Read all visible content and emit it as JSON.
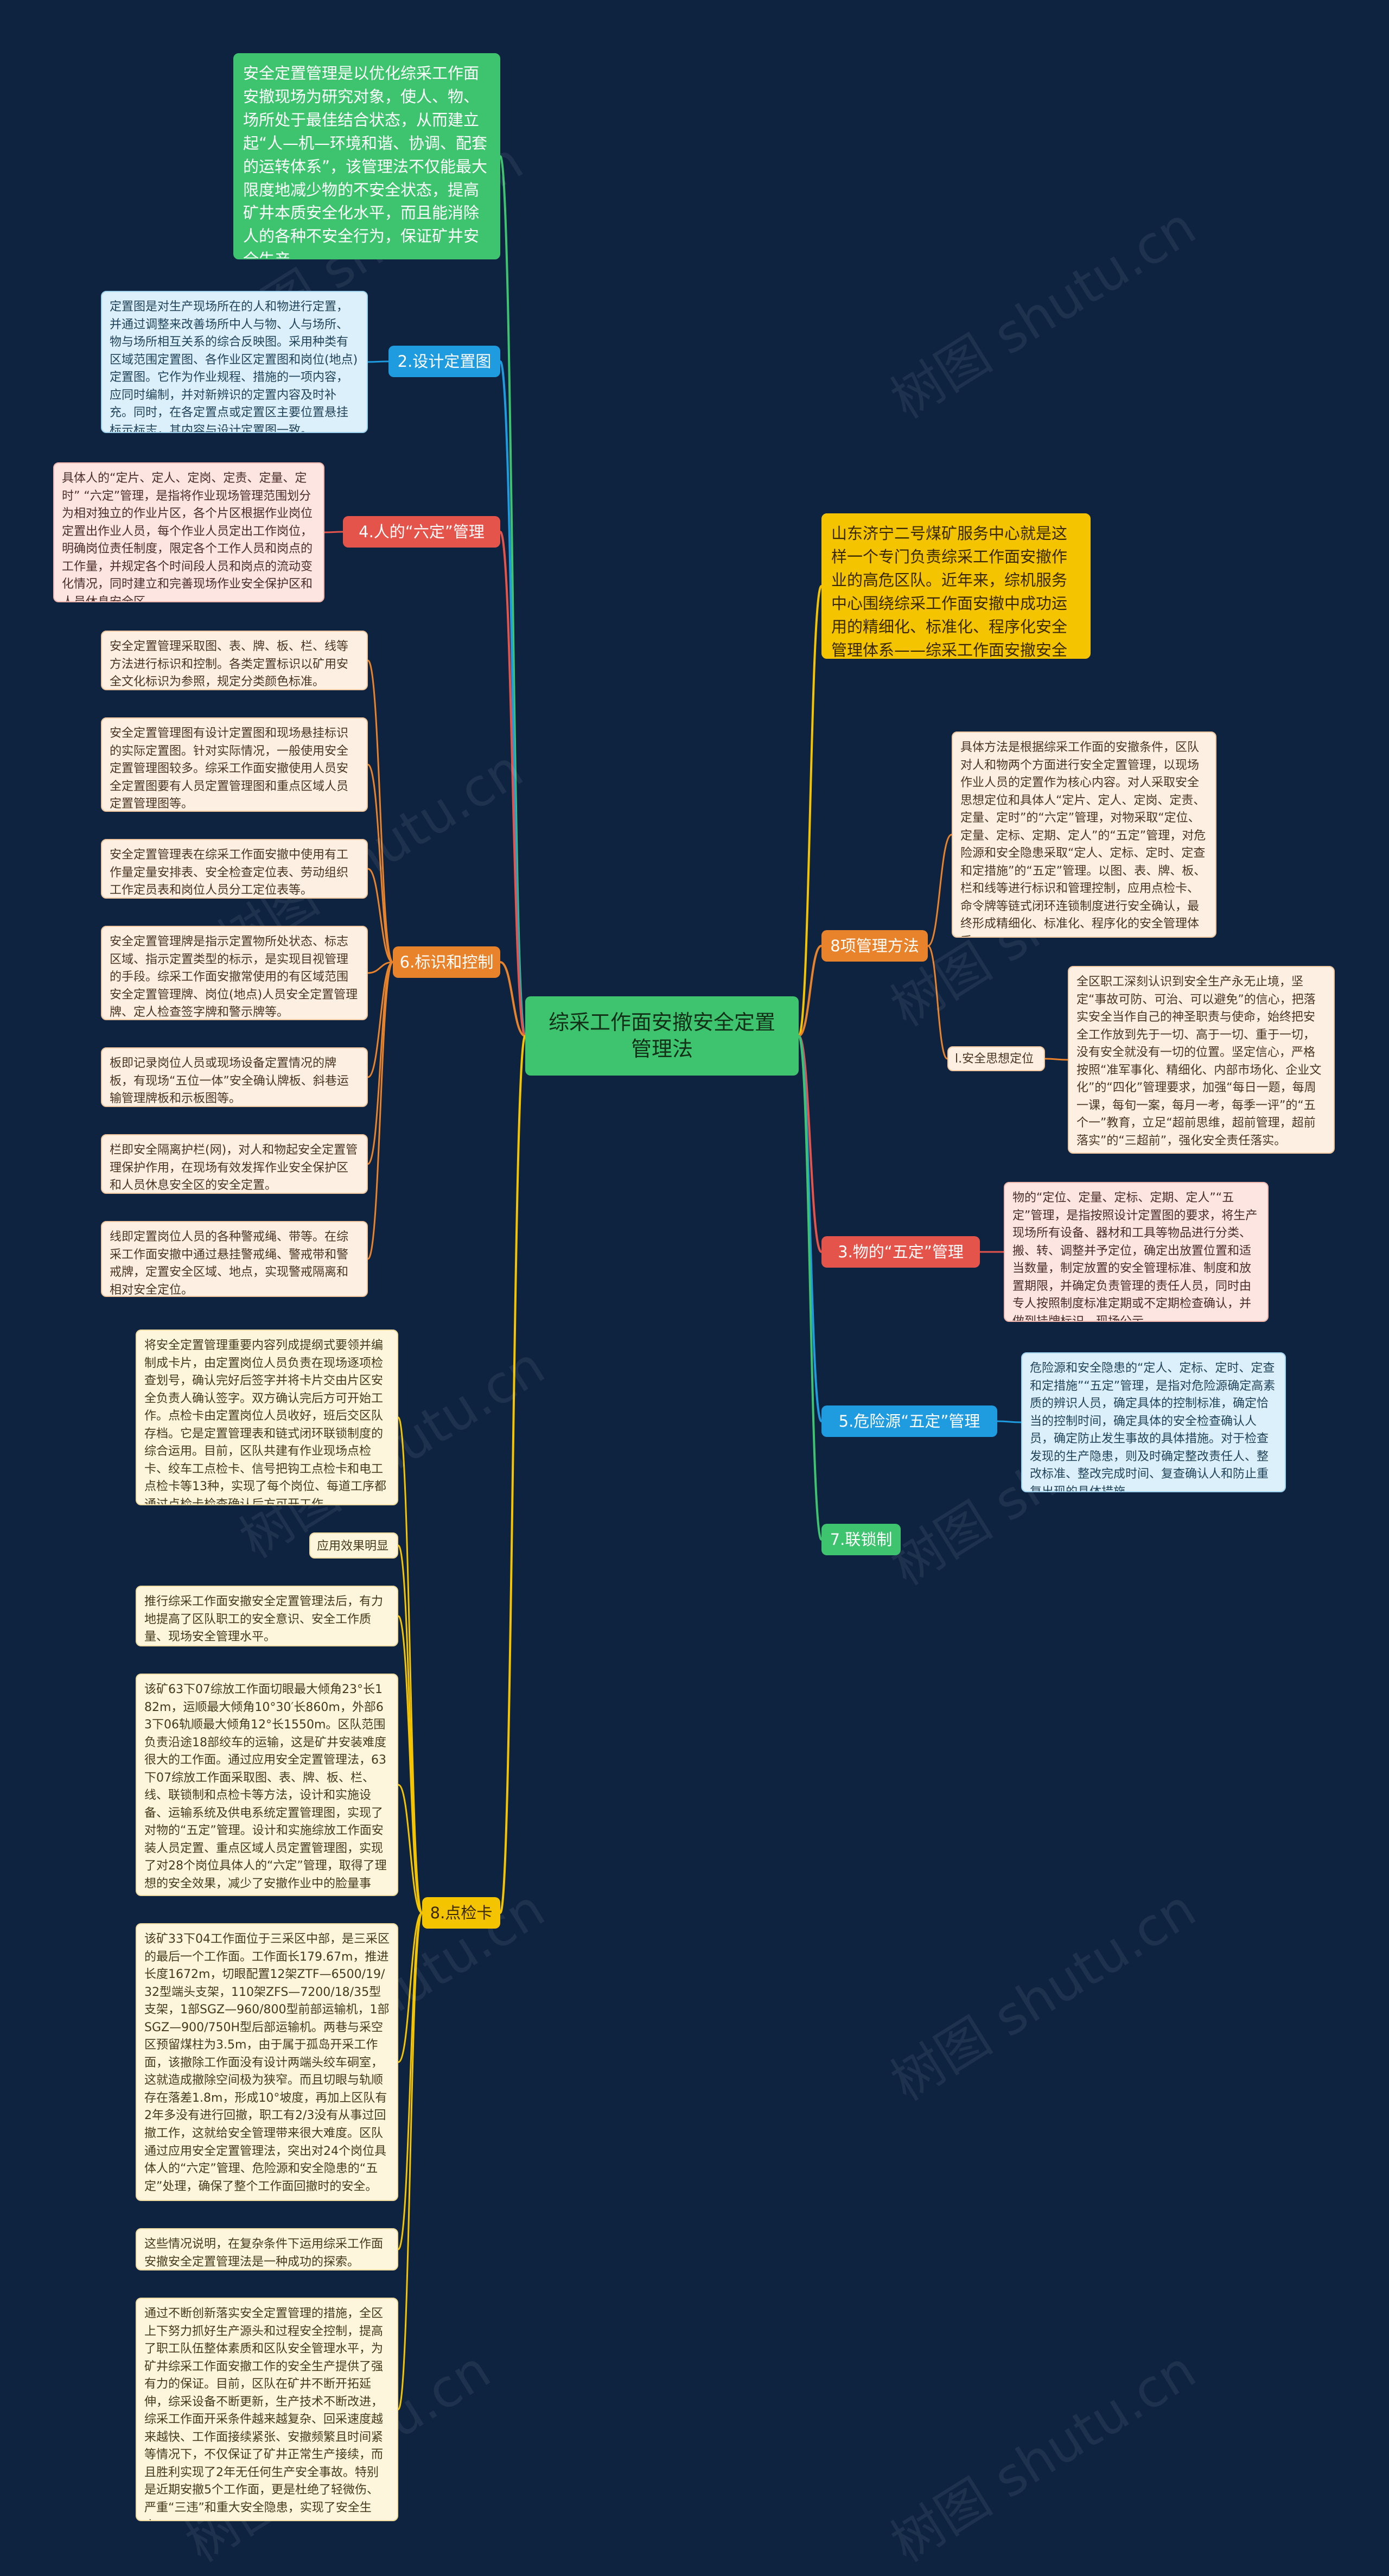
{
  "center": {
    "title": "综采工作面安撤安全定置管理法"
  },
  "watermark": "树图 shutu.cn",
  "colors": {
    "background": "#0e2340",
    "green": "#3ec46e",
    "blue": "#1f9be0",
    "red": "#e5544b",
    "orange": "#e9832b",
    "yellow": "#f4c400"
  },
  "left": {
    "intro": "安全定置管理是以优化综采工作面安撤现场为研究对象，使人、物、场所处于最佳结合状态，从而建立起“人—机—环境和谐、协调、配套的运转体系”，该管理法不仅能最大限度地减少物的不安全状态，提高矿井本质安全化水平，而且能消除人的各种不安全行为，保证矿井安全生产。",
    "design": {
      "label": "2.设计定置图",
      "text": "定置图是对生产现场所在的人和物进行定置，并通过调整来改善场所中人与物、人与场所、物与场所相互关系的综合反映图。采用种类有区域范围定置图、各作业区定置图和岗位(地点)定置图。它作为作业规程、措施的一项内容，应同时编制，并对新辨识的定置内容及时补充。同时，在各定置点或定置区主要位置悬挂标示标志，其内容与设计定置图一致。"
    },
    "six": {
      "label": "4.人的“六定”管理",
      "text": "具体人的“定片、定人、定岗、定责、定量、定时” “六定”管理，是指将作业现场管理范围划分为相对独立的作业片区，各个片区根据作业岗位定置出作业人员，每个作业人员定出工作岗位，明确岗位责任制度，限定各个工作人员和岗点的工作量，并规定各个时间段人员和岗点的流动变化情况，同时建立和完善现场作业安全保护区和人员休息安全区。"
    },
    "mark": {
      "label": "6.标识和控制",
      "items": [
        "安全定置管理采取图、表、牌、板、栏、线等方法进行标识和控制。各类定置标识以矿用安全文化标识为参照，规定分类颜色标准。",
        "安全定置管理图有设计定置图和现场悬挂标识的实际定置图。针对实际情况，一般使用安全定置管理图较多。综采工作面安撤使用人员安全定置图要有人员定置管理图和重点区域人员定置管理图等。",
        "安全定置管理表在综采工作面安撤中使用有工作量定量安排表、安全检查定位表、劳动组织工作定员表和岗位人员分工定位表等。",
        "安全定置管理牌是指示定置物所处状态、标志区域、指示定置类型的标示，是实现目视管理的手段。综采工作面安撤常使用的有区域范围安全定置管理牌、岗位(地点)人员安全定置管理牌、定人检查签字牌和警示牌等。",
        "板即记录岗位人员或现场设备定置情况的牌板，有现场“五位一体”安全确认牌板、斜巷运输管理牌板和示板图等。",
        "栏即安全隔离护栏(网)，对人和物起安全定置管理保护作用，在现场有效发挥作业安全保护区和人员休息安全区的安全定置。",
        "线即定置岗位人员的各种警戒绳、带等。在综采工作面安撤中通过悬挂警戒绳、警戒带和警戒牌，定置安全区域、地点，实现警戒隔离和相对安全定位。"
      ]
    },
    "check": {
      "label": "8.点检卡",
      "items": [
        "将安全定置管理重要内容列成提纲式要领并编制成卡片，由定置岗位人员负责在现场逐项检查划号，确认完好后签字并将卡片交由片区安全负责人确认签字。双方确认完后方可开始工作。点检卡由定置岗位人员收好，班后交区队存档。它是定置管理表和链式闭环联锁制度的综合运用。目前，区队共建有作业现场点检卡、绞车工点检卡、信号把钩工点检卡和电工点检卡等13种，实现了每个岗位、每道工序都通过点检卡检查确认后方可开工作。",
        "应用效果明显",
        "推行综采工作面安撤安全定置管理法后，有力地提高了区队职工的安全意识、安全工作质量、现场安全管理水平。",
        "该矿63下07综放工作面切眼最大倾角23°长182m，运顺最大倾角10°30′长860m，外部63下06轨顺最大倾角12°长1550m。区队范围负责沿途18部绞车的运输，这是矿井安装难度很大的工作面。通过应用安全定置管理法，63下07综放工作面采取图、表、牌、板、栏、线、联锁制和点检卡等方法，设计和实施设备、运输系统及供电系统定置管理图，实现了对物的“五定”管理。设计和实施综放工作面安装人员定置、重点区域人员定置管理图，实现了对28个岗位具体人的“六定”管理，取得了理想的安全效果，减少了安撤作业中的脸量事故。",
        "该矿33下04工作面位于三采区中部，是三采区的最后一个工作面。工作面长179.67m，推进长度1672m，切眼配置12架ZTF—6500/19/32型端头支架，110架ZFS—7200/18/35型支架，1部SGZ—960/800型前部运输机，1部SGZ—900/750H型后部运输机。两巷与采空区预留煤柱为3.5m，由于属于孤岛开采工作面，该撤除工作面没有设计两端头绞车硐室，这就造成撤除空间极为狭窄。而且切眼与轨顺存在落差1.8m，形成10°坡度，再加上区队有2年多没有进行回撤，职工有2/3没有从事过回撤工作，这就给安全管理带来很大难度。区队通过应用安全定置管理法，突出对24个岗位具体人的“六定”管理、危险源和安全隐患的“五定”处理，确保了整个工作面回撤时的安全。",
        "这些情况说明，在复杂条件下运用综采工作面安撤安全定置管理法是一种成功的探索。",
        "通过不断创新落实安全定置管理的措施，全区上下努力抓好生产源头和过程安全控制，提高了职工队伍整体素质和区队安全管理水平，为矿井综采工作面安撤工作的安全生产提供了强有力的保证。目前，区队在矿井不断开拓延伸，综采设备不断更新，生产技术不断改进，综采工作面开采条件越来越复杂、回采速度越来越快、工作面接续紧张、安撤频繁且时间紧等情况下，不仅保证了矿井正常生产接续，而且胜利实现了2年无任何生产安全事故。特别是近期安撤5个工作面，更是杜绝了轻微伤、严重“三违”和重大安全隐患，实现了安全生产。"
      ]
    }
  },
  "right": {
    "intro": "山东济宁二号煤矿服务中心就是这样一个专门负责综采工作面安撤作业的高危区队。近年来，综机服务中心围绕综采工作面安撤中成功运用的精细化、标准化、程序化安全管理体系——综采工作面安撤安全定置管理法。",
    "method": {
      "label": "8项管理方法",
      "text": "具体方法是根据综采工作面的安撤条件，区队对人和物两个方面进行安全定置管理，以现场作业人员的定置作为核心内容。对人采取安全思想定位和具体人“定片、定人、定岗、定责、定量、定时”的“六定”管理，对物采取“定位、定量、定标、定期、定人”的“五定”管理，对危险源和安全隐患采取“定人、定标、定时、定查和定措施”的“五定”管理。以图、表、牌、板、栏和线等进行标识和管理控制，应用点检卡、命令牌等链式闭环连锁制度进行安全确认，最终形成精细化、标准化、程序化的安全管理体系。",
      "sub_label": "l.安全思想定位",
      "sub_text": "全区职工深刻认识到安全生产永无止境，坚定“事故可防、可治、可以避免”的信心，把落实安全当作自己的神圣职责与使命，始终把安全工作放到先于一切、高于一切、重于一切，没有安全就没有一切的位置。坚定信心，严格按照“准军事化、精细化、内部市场化、企业文化”的“四化”管理要求，加强“每日一题，每周一课，每旬一案，每月一考，每季一评”的“五个一”教育，立足“超前思维，超前管理，超前落实”的“三超前”，强化安全责任落实。"
    },
    "five": {
      "label": "3.物的“五定”管理",
      "text": "物的“定位、定量、定标、定期、定人”“五定”管理，是指按照设计定置图的要求，将生产现场所有设备、器材和工具等物品进行分类、搬、转、调整并予定位，确定出放置位置和适当数量，制定放置的安全管理标准、制度和放置期限，并确定负责管理的责任人员，同时由专人按照制度标准定期或不定期检查确认，并做到挂牌标识，现场公示。"
    },
    "danger": {
      "label": "5.危险源“五定”管理",
      "text": "危险源和安全隐患的“定人、定标、定时、定查和定措施”“五定”管理，是指对危险源确定高素质的辨识人员，确定具体的控制标准，确定恰当的控制时间，确定具体的安全检查确认人员，确定防止发生事故的具体措施。对于检查发现的生产隐患，则及时确定整改责任人、整改标准、整改完成时间、复查确认人和防止重复出现的具体措施。"
    },
    "interlock": {
      "label": "7.联锁制"
    }
  }
}
